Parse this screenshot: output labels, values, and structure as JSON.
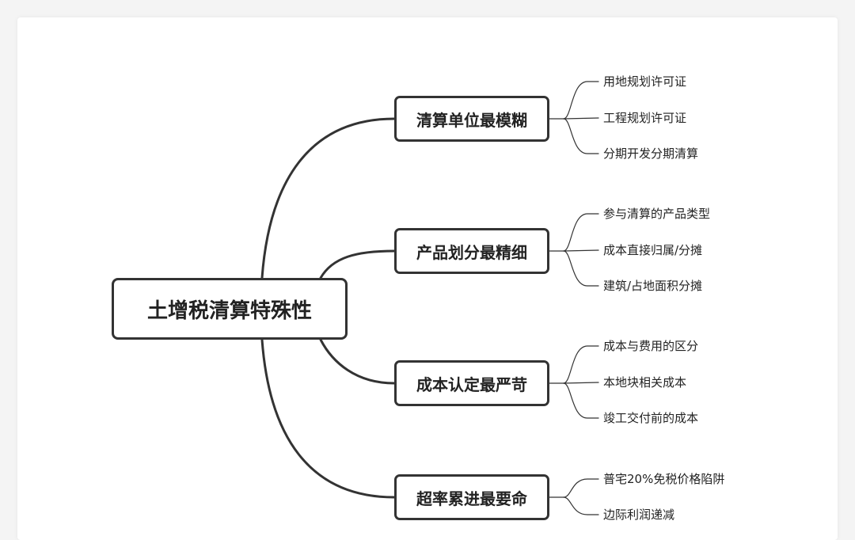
{
  "mindmap": {
    "root": "土增税清算特殊性",
    "branches": [
      {
        "label": "清算单位最模糊",
        "children": [
          "用地规划许可证",
          "工程规划许可证",
          "分期开发分期清算"
        ]
      },
      {
        "label": "产品划分最精细",
        "children": [
          "参与清算的产品类型",
          "成本直接归属/分摊",
          "建筑/占地面积分摊"
        ]
      },
      {
        "label": "成本认定最严苛",
        "children": [
          "成本与费用的区分",
          "本地块相关成本",
          "竣工交付前的成本"
        ]
      },
      {
        "label": "超率累进最要命",
        "children": [
          "普宅20%免税价格陷阱",
          "边际利润递减"
        ]
      }
    ]
  },
  "colors": {
    "line": "#333333",
    "background": "#ffffff",
    "page": "#f4f4f4"
  }
}
